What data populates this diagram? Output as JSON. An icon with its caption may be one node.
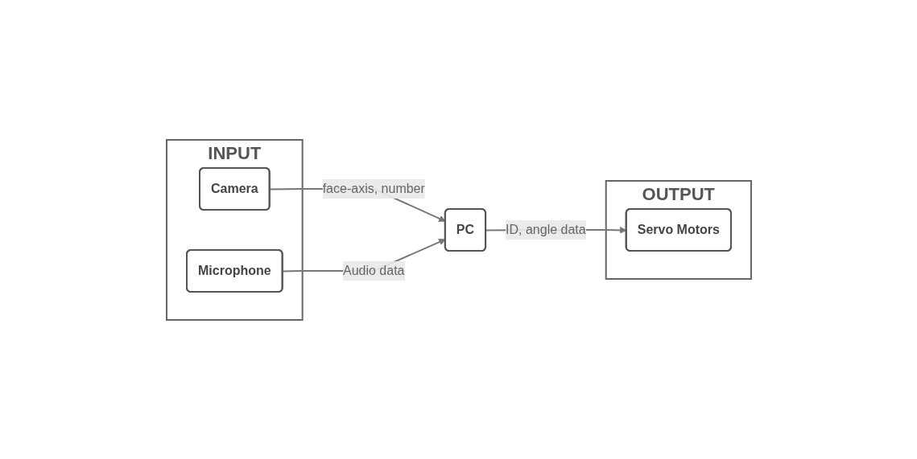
{
  "diagram": {
    "nodes": [
      {
        "text": [
          "INPUT"
        ]
      },
      {
        "text": [
          "Camera"
        ],
        "in": 0
      },
      {
        "text": [
          "Microphone"
        ],
        "in": 0
      },
      {
        "text": [
          "PC"
        ]
      },
      {
        "text": [
          "OUTPUT"
        ]
      },
      {
        "text": [
          "Servo Motors"
        ],
        "in": 4
      }
    ],
    "edges": [
      {
        "from": 1,
        "to": 3,
        "label": "face-axis, number",
        "arrow": "to"
      },
      {
        "from": 2,
        "to": 3,
        "label": "Audio data",
        "arrow": "to"
      },
      {
        "from": 3,
        "to": 5,
        "label": "ID, angle data",
        "arrow": "to"
      }
    ]
  }
}
